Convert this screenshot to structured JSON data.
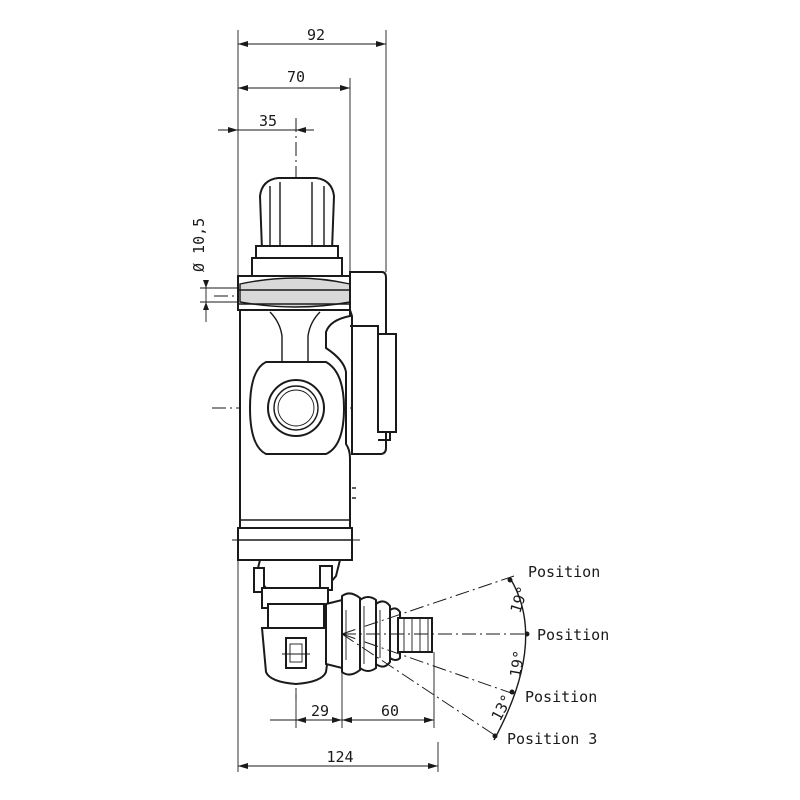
{
  "dimensions": {
    "overall_width": "92",
    "body_width": "70",
    "half_width": "35",
    "bore_diameter": "Ø 10,5",
    "lever_offset": "29",
    "lever_length": "60",
    "total_length": "124"
  },
  "angles": {
    "upper": "19°",
    "lower": "19°",
    "bottom": "13°"
  },
  "positions": {
    "p1": "Position",
    "p2": "Position",
    "p3": "Position",
    "p4": "Position 3"
  },
  "colors": {
    "line": "#1a1a1a",
    "shade": "#d9d9d9",
    "background": "#ffffff"
  }
}
